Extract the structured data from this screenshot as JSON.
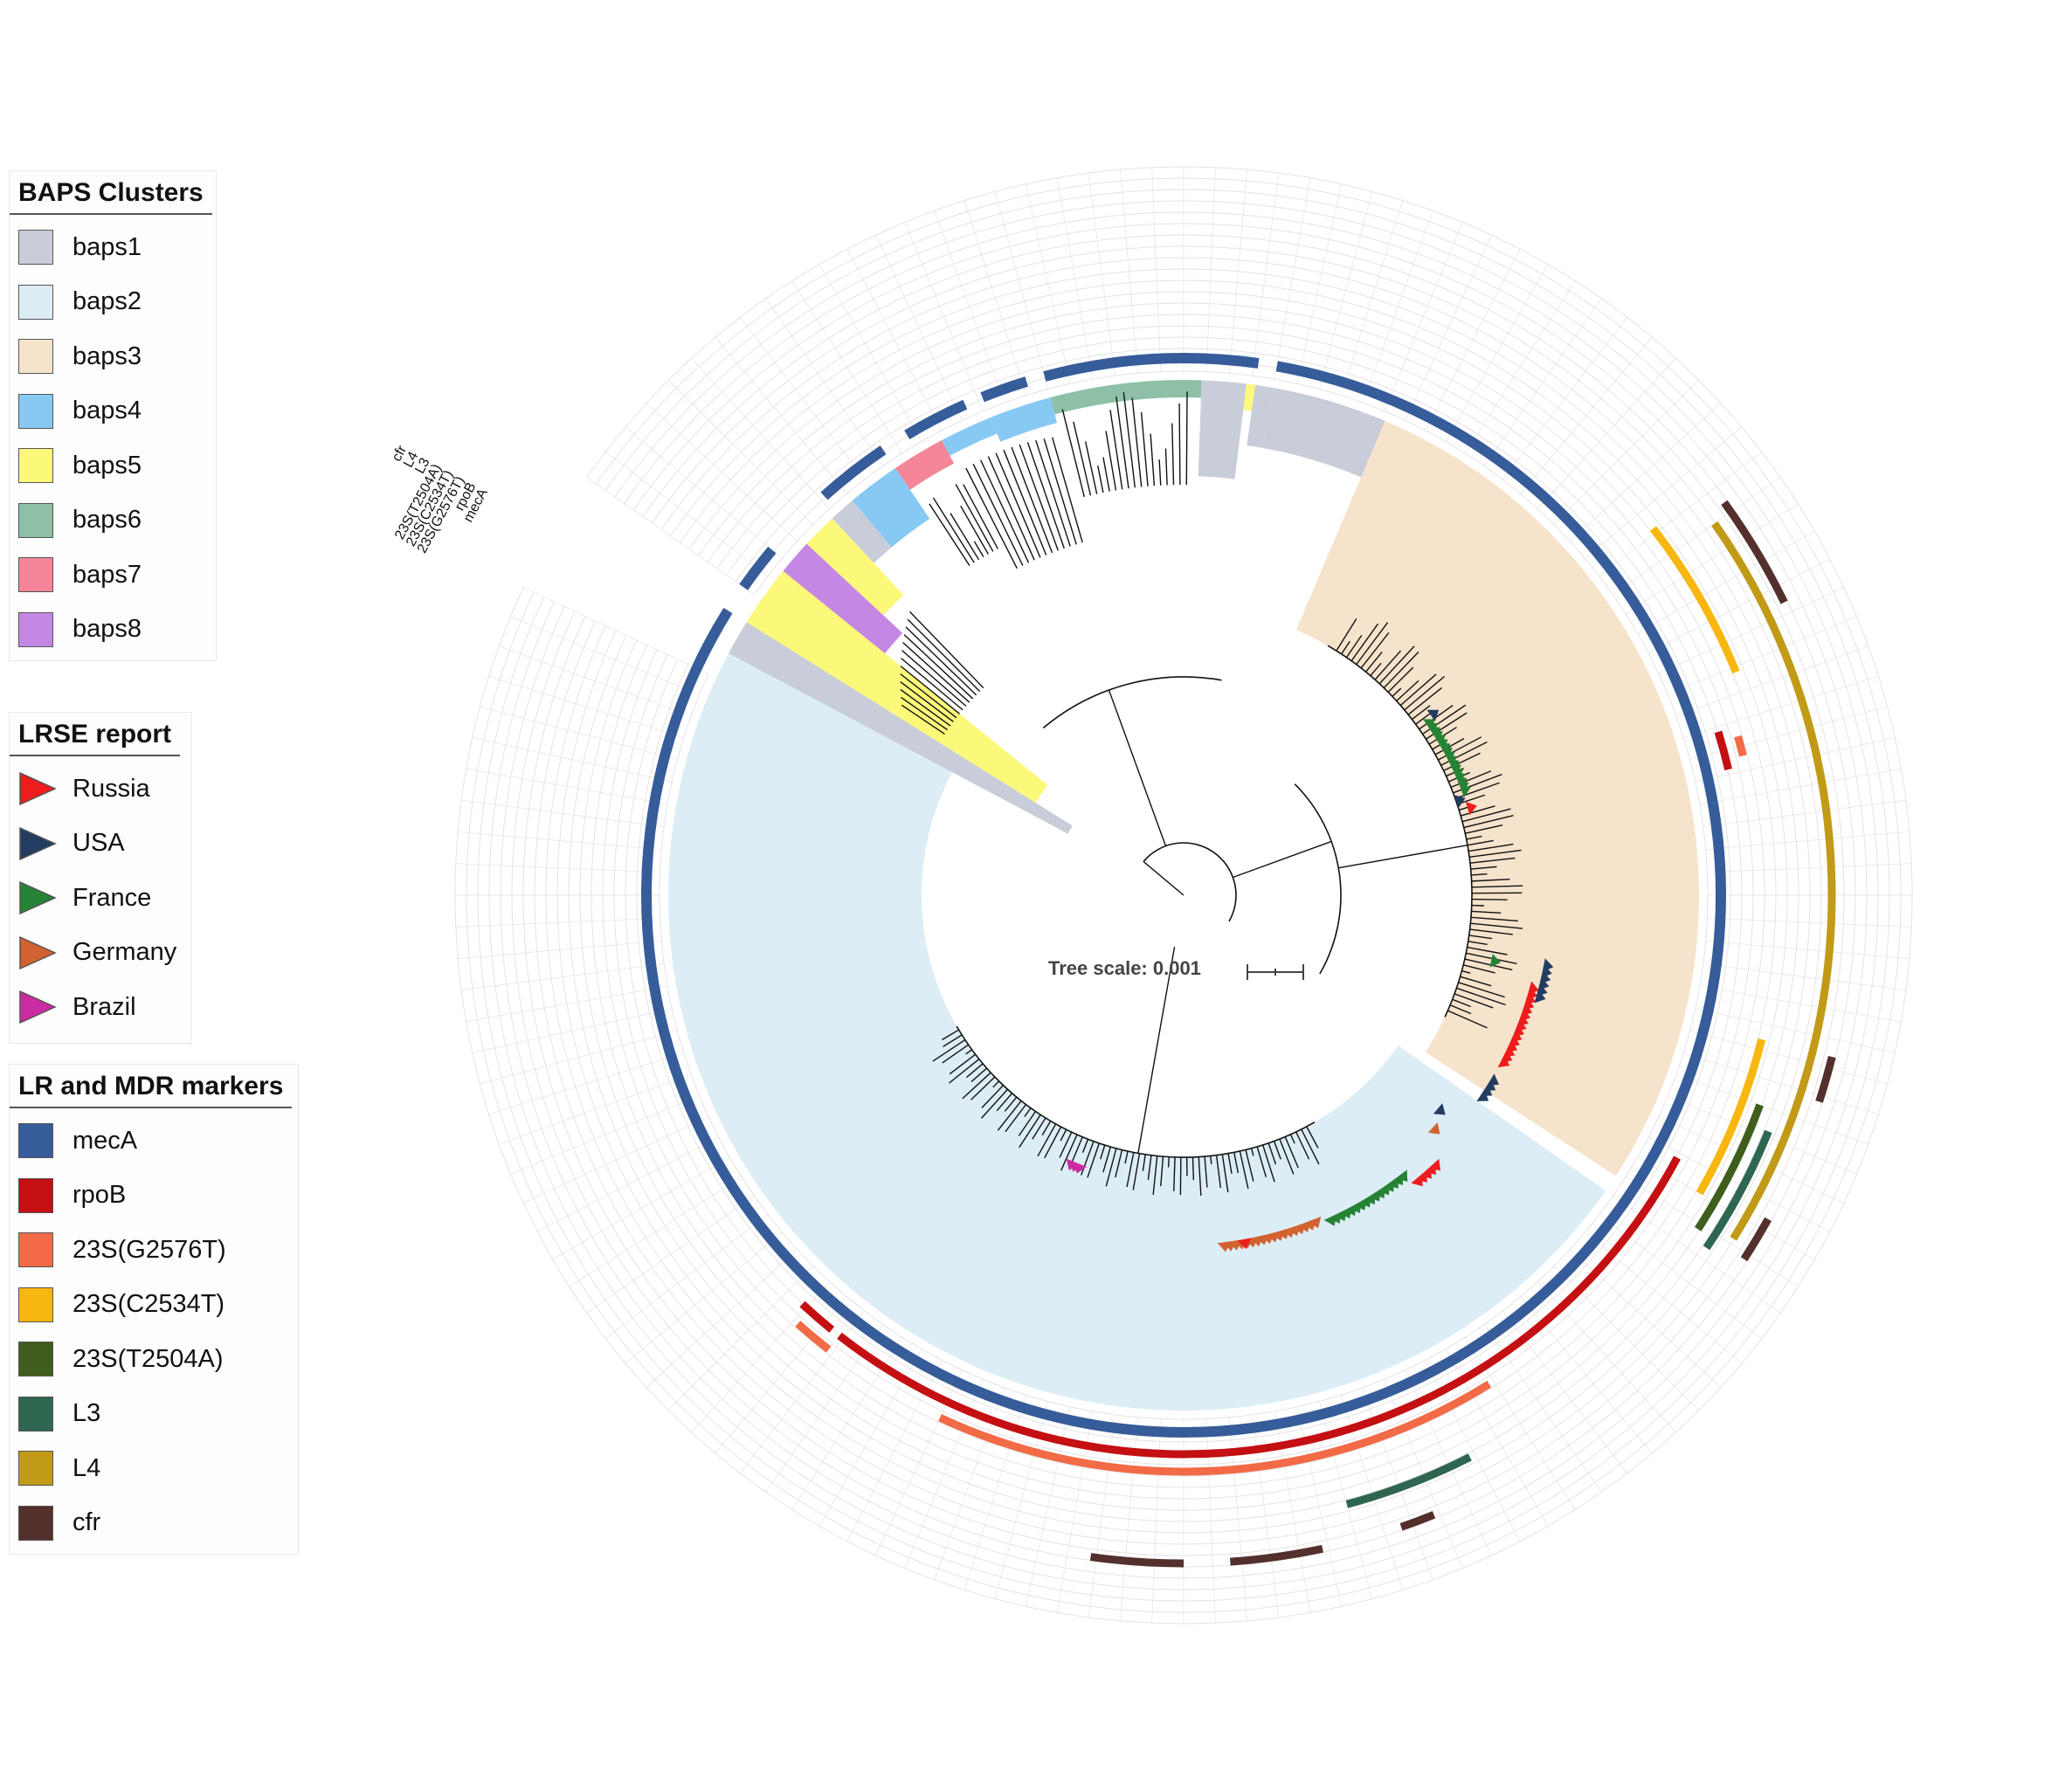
{
  "legends": {
    "baps": {
      "title": "BAPS Clusters",
      "items": [
        {
          "label": "baps1",
          "color": "#c9ccd9"
        },
        {
          "label": "baps2",
          "color": "#dcedf6"
        },
        {
          "label": "baps3",
          "color": "#f6e3cb"
        },
        {
          "label": "baps4",
          "color": "#87c9f3"
        },
        {
          "label": "baps5",
          "color": "#fcf87a"
        },
        {
          "label": "baps6",
          "color": "#8dc0a6"
        },
        {
          "label": "baps7",
          "color": "#f58699"
        },
        {
          "label": "baps8",
          "color": "#c587e4"
        }
      ]
    },
    "lrse": {
      "title": "LRSE report",
      "items": [
        {
          "label": "Russia",
          "color": "#ee1c1c"
        },
        {
          "label": "USA",
          "color": "#233d61"
        },
        {
          "label": "France",
          "color": "#268336"
        },
        {
          "label": "Germany",
          "color": "#d2622f"
        },
        {
          "label": "Brazil",
          "color": "#cc2aa3"
        }
      ]
    },
    "markers": {
      "title": "LR and MDR markers",
      "items": [
        {
          "label": "mecA",
          "color": "#365c99"
        },
        {
          "label": "rpoB",
          "color": "#c40f13"
        },
        {
          "label": "23S(G2576T)",
          "color": "#f26a46"
        },
        {
          "label": "23S(C2534T)",
          "color": "#f8b70f"
        },
        {
          "label": "23S(T2504A)",
          "color": "#3f5e1d"
        },
        {
          "label": "L3",
          "color": "#2f6650"
        },
        {
          "label": "L4",
          "color": "#c19a17"
        },
        {
          "label": "cfr",
          "color": "#53302c"
        }
      ]
    }
  },
  "ring_labels": [
    "cfr",
    "L4",
    "L3",
    "23S(T2504A)",
    "23S(C2534T)",
    "23S(G2576T)",
    "rpoB",
    "mecA"
  ],
  "tree_scale": {
    "label": "Tree scale: 0.001"
  },
  "colors": {
    "branch": "#111111",
    "grid": "#e3e3e3"
  }
}
